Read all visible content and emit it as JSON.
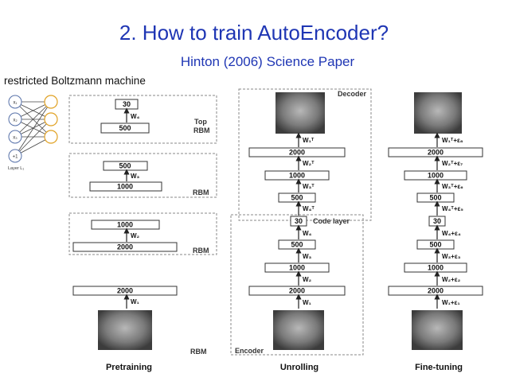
{
  "title": "2. How to train AutoEncoder?",
  "subtitle": "Hinton (2006) Science Paper",
  "rbm_note": "restricted Boltzmann machine",
  "net": {
    "x1": "x₁",
    "x2": "x₂",
    "x3": "x₃",
    "bias": "+1",
    "layer": "Layer L₁"
  },
  "pretraining": {
    "caption": "Pretraining",
    "top_rbm": {
      "label_line1": "Top",
      "label_line2": "RBM",
      "top": "30",
      "bottom": "500",
      "w": "W₄"
    },
    "rbm3": {
      "label": "RBM",
      "top": "500",
      "bottom": "1000",
      "w": "W₃"
    },
    "rbm2": {
      "label": "RBM",
      "top": "1000",
      "bottom": "2000",
      "w": "W₂"
    },
    "rbm1": {
      "label": "RBM",
      "top": "2000",
      "w": "W₁"
    }
  },
  "unrolling": {
    "caption": "Unrolling",
    "decoder_label": "Decoder",
    "encoder_label": "Encoder",
    "code_layer": "Code layer",
    "layers": [
      "2000",
      "1000",
      "500",
      "30",
      "500",
      "1000",
      "2000"
    ],
    "weights": [
      "W₁ᵀ",
      "W₂ᵀ",
      "W₃ᵀ",
      "W₄ᵀ",
      "W₄",
      "W₃",
      "W₂",
      "W₁"
    ]
  },
  "finetuning": {
    "caption": "Fine-tuning",
    "layers": [
      "2000",
      "1000",
      "500",
      "30",
      "500",
      "1000",
      "2000"
    ],
    "weights": [
      "W₁ᵀ+ε₈",
      "W₂ᵀ+ε₇",
      "W₃ᵀ+ε₆",
      "W₄ᵀ+ε₅",
      "W₄+ε₄",
      "W₃+ε₃",
      "W₂+ε₂",
      "W₁+ε₁"
    ]
  }
}
